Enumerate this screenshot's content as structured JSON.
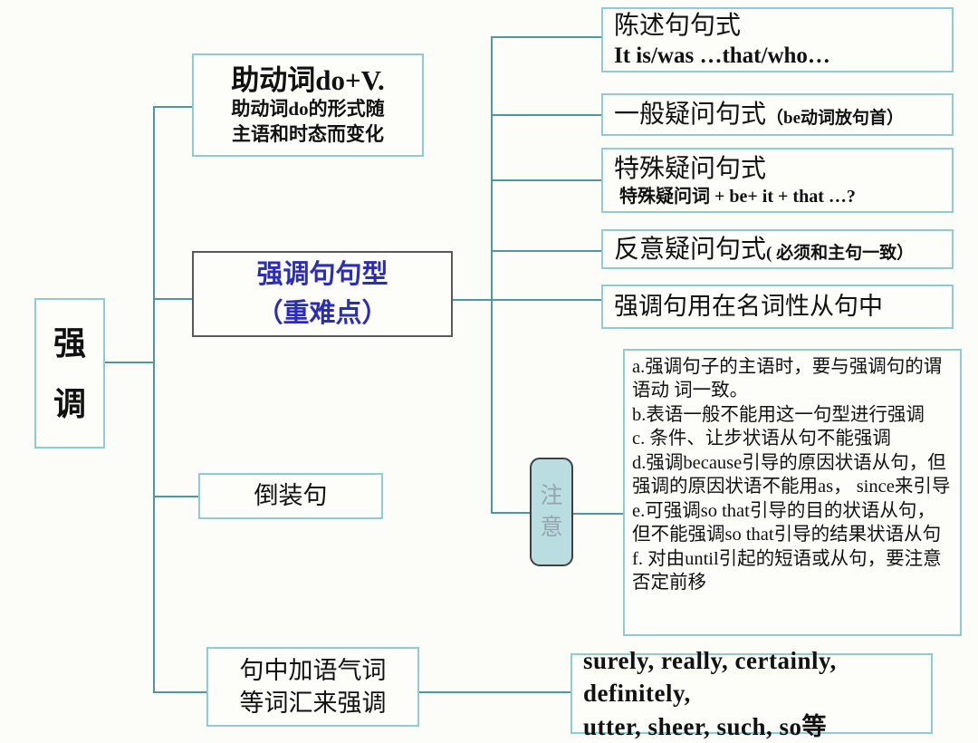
{
  "colors": {
    "line": "#4e96a1",
    "box_border": "#8fccd2",
    "center_box_border": "#595959",
    "center_text_blue": "#2b2db8",
    "attention_fill": "#badde2",
    "attention_text": "#93a6ab"
  },
  "root": {
    "char_top": "强",
    "char_bottom": "调"
  },
  "aux": {
    "title": "助动词do+V.",
    "sub1": "助动词do的形式随",
    "sub2": "主语和时态而变化"
  },
  "center": {
    "line1": "强调句句型",
    "line2": "（重难点）"
  },
  "inversion": {
    "title": "倒装句"
  },
  "tone": {
    "line1": "句中加语气词",
    "line2": "等词汇来强调"
  },
  "declarative": {
    "title": "陈述句句式",
    "sub": "It is/was …that/who…"
  },
  "general_q": {
    "title": "一般疑问句式",
    "sub": "（be动词放句首）"
  },
  "special_q": {
    "title": "特殊疑问句式",
    "sub": "特殊疑问词 + be+ it + that …?"
  },
  "tag_q": {
    "title": "反意疑问句式",
    "sub": "( 必须和主句一致）"
  },
  "noun_clause": {
    "title": "强调句用在名词性从句中"
  },
  "attention": {
    "char_top": "注",
    "char_bottom": "意"
  },
  "notes": {
    "lines": [
      "a.强调句子的主语时，要与强调句的谓语动 词一致。",
      "b.表语一般不能用这一句型进行强调",
      "c. 条件、让步状语从句不能强调",
      "d.强调because引导的原因状语从句，但强调的原因状语不能用as， since来引导",
      "e.可强调so that引导的目的状语从句，但不能强调so that引导的结果状语从句",
      "f. 对由until引起的短语或从句，要注意否定前移"
    ]
  },
  "adverb": {
    "line1": "surely, really, certainly, definitely,",
    "line2": "utter, sheer, such, so等"
  }
}
